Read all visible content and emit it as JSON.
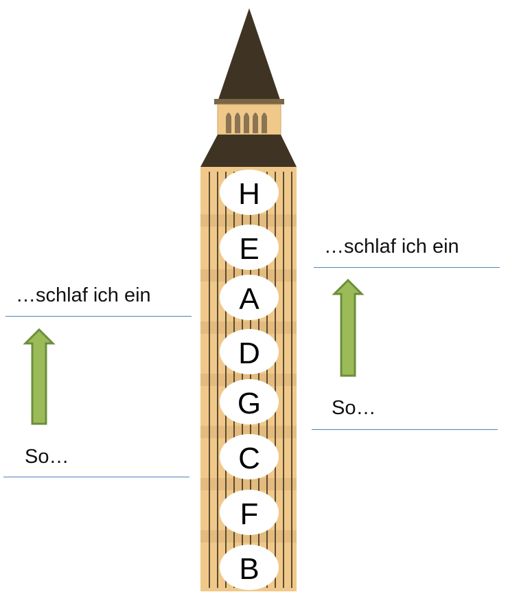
{
  "tower": {
    "letters": [
      "H",
      "E",
      "A",
      "D",
      "G",
      "C",
      "F",
      "B"
    ]
  },
  "left_panel": {
    "top_caption": "…schlaf ich ein",
    "bottom_caption": "So…"
  },
  "right_panel": {
    "top_caption": "…schlaf ich ein",
    "bottom_caption": "So…"
  },
  "colors": {
    "roof": "#3f3424",
    "tower_body": "#f0c98a",
    "tower_stripe": "#e0b878",
    "tower_lines": "#5b4a32",
    "oval": "#ffffff",
    "arrow_fill": "#9bbb59",
    "arrow_stroke": "#6b8e3a",
    "rule": "#4f81bd"
  }
}
